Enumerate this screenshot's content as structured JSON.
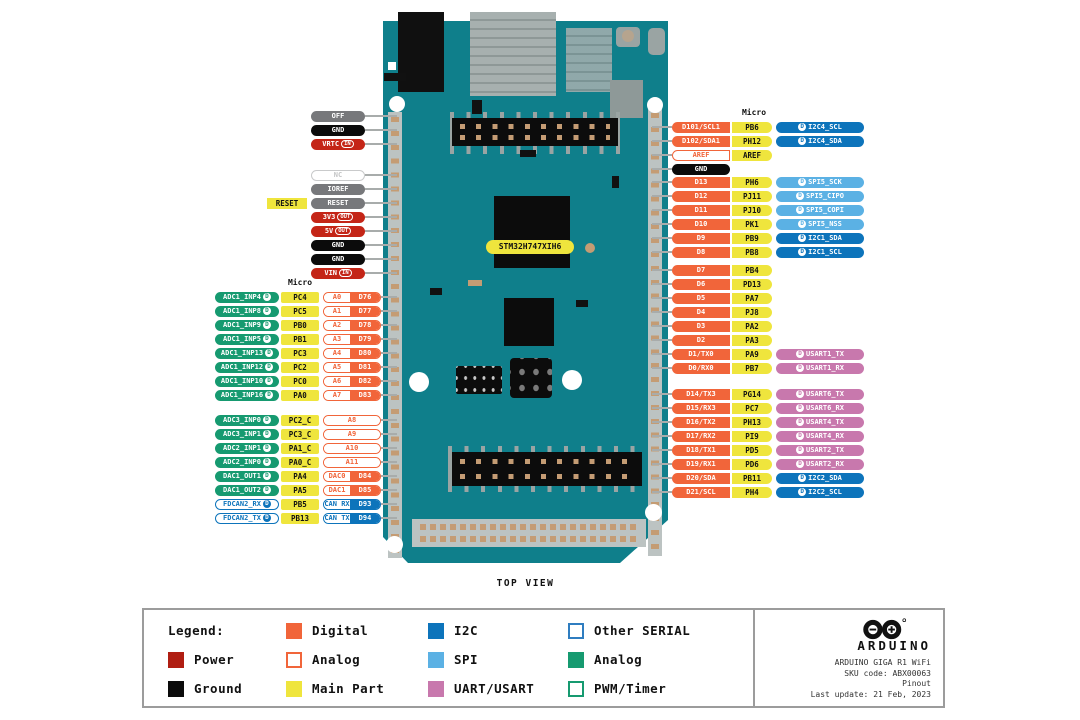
{
  "palette": {
    "teal": "#0F7F8B",
    "strip": "#BCC3C2",
    "pad": "#C49C74",
    "line": "#A8ACAB",
    "orange": "#F1653A",
    "red": "#BB1F12",
    "yellow": "#EFE53D",
    "green": "#169A70",
    "dkblue": "#0D74BB",
    "ltblue": "#5BB1E4",
    "pink": "#C878AD",
    "gray": "#77787B"
  },
  "board": {
    "chip_label": "STM32H747XIH6",
    "top_view_label": "TOP VIEW"
  },
  "pin_groups": [
    {
      "id": "lpt",
      "rows": [
        {
          "fn": {
            "t": "OFF",
            "s": "gray"
          }
        },
        {
          "fn": {
            "t": "GND",
            "s": "black"
          }
        },
        {
          "fn": {
            "t": "VRTC",
            "s": "red",
            "badge": "IN"
          }
        }
      ]
    },
    {
      "id": "lpm",
      "rows": [
        {
          "fn": {
            "t": "NC",
            "s": "nc"
          }
        },
        {
          "fn": {
            "t": "IOREF",
            "s": "gray"
          }
        },
        {
          "fn": {
            "t": "RESET",
            "s": "gray"
          },
          "extra": "RESET"
        },
        {
          "fn": {
            "t": "3V3",
            "s": "red",
            "badge": "OUT"
          }
        },
        {
          "fn": {
            "t": "5V",
            "s": "red",
            "badge": "OUT"
          }
        },
        {
          "fn": {
            "t": "GND",
            "s": "black"
          }
        },
        {
          "fn": {
            "t": "GND",
            "s": "black"
          }
        },
        {
          "fn": {
            "t": "VIN",
            "s": "red",
            "badge": "IN"
          }
        }
      ]
    },
    {
      "id": "ladc1",
      "header": "Micro",
      "rows": [
        {
          "fn": {
            "t": "ADC1_INP4",
            "s": "green",
            "badge": "D"
          },
          "micro": "PC4",
          "bus": [
            {
              "t": "A0",
              "s": "ao"
            },
            {
              "t": "D76",
              "s": "od"
            }
          ]
        },
        {
          "fn": {
            "t": "ADC1_INP8",
            "s": "green",
            "badge": "D"
          },
          "micro": "PC5",
          "bus": [
            {
              "t": "A1",
              "s": "ao"
            },
            {
              "t": "D77",
              "s": "od"
            }
          ]
        },
        {
          "fn": {
            "t": "ADC1_INP9",
            "s": "green",
            "badge": "D"
          },
          "micro": "PB0",
          "bus": [
            {
              "t": "A2",
              "s": "ao"
            },
            {
              "t": "D78",
              "s": "od"
            }
          ]
        },
        {
          "fn": {
            "t": "ADC1_INP5",
            "s": "green",
            "badge": "D"
          },
          "micro": "PB1",
          "bus": [
            {
              "t": "A3",
              "s": "ao"
            },
            {
              "t": "D79",
              "s": "od"
            }
          ]
        },
        {
          "fn": {
            "t": "ADC1_INP13",
            "s": "green",
            "badge": "D"
          },
          "micro": "PC3",
          "bus": [
            {
              "t": "A4",
              "s": "ao"
            },
            {
              "t": "D80",
              "s": "od"
            }
          ]
        },
        {
          "fn": {
            "t": "ADC1_INP12",
            "s": "green",
            "badge": "D"
          },
          "micro": "PC2",
          "bus": [
            {
              "t": "A5",
              "s": "ao"
            },
            {
              "t": "D81",
              "s": "od"
            }
          ]
        },
        {
          "fn": {
            "t": "ADC1_INP10",
            "s": "green",
            "badge": "D"
          },
          "micro": "PC0",
          "bus": [
            {
              "t": "A6",
              "s": "ao"
            },
            {
              "t": "D82",
              "s": "od"
            }
          ]
        },
        {
          "fn": {
            "t": "ADC1_INP16",
            "s": "green",
            "badge": "D"
          },
          "micro": "PA0",
          "bus": [
            {
              "t": "A7",
              "s": "ao"
            },
            {
              "t": "D83",
              "s": "od"
            }
          ]
        }
      ]
    },
    {
      "id": "ladc2",
      "rows": [
        {
          "fn": {
            "t": "ADC3_INP0",
            "s": "green",
            "badge": "D"
          },
          "micro": "PC2_C",
          "bus": [
            {
              "t": "A8",
              "s": "ao",
              "wide": true
            }
          ]
        },
        {
          "fn": {
            "t": "ADC3_INP1",
            "s": "green",
            "badge": "D"
          },
          "micro": "PC3_C",
          "bus": [
            {
              "t": "A9",
              "s": "ao",
              "wide": true
            }
          ]
        },
        {
          "fn": {
            "t": "ADC2_INP1",
            "s": "green",
            "badge": "D"
          },
          "micro": "PA1_C",
          "bus": [
            {
              "t": "A10",
              "s": "ao",
              "wide": true
            }
          ]
        },
        {
          "fn": {
            "t": "ADC2_INP0",
            "s": "green",
            "badge": "D"
          },
          "micro": "PA0_C",
          "bus": [
            {
              "t": "A11",
              "s": "ao",
              "wide": true
            }
          ]
        },
        {
          "fn": {
            "t": "DAC1_OUT1",
            "s": "green",
            "badge": "D"
          },
          "micro": "PA4",
          "bus": [
            {
              "t": "DAC0",
              "s": "ao"
            },
            {
              "t": "D84",
              "s": "od"
            }
          ]
        },
        {
          "fn": {
            "t": "DAC1_OUT2",
            "s": "green",
            "badge": "D"
          },
          "micro": "PA5",
          "bus": [
            {
              "t": "DAC1",
              "s": "ao"
            },
            {
              "t": "D85",
              "s": "od"
            }
          ]
        },
        {
          "fn": {
            "t": "FDCAN2_RX",
            "s": "outline-blue",
            "badge": "D"
          },
          "micro": "PB5",
          "bus": [
            {
              "t": "CAN RX",
              "s": "co"
            },
            {
              "t": "D93",
              "s": "cd"
            }
          ]
        },
        {
          "fn": {
            "t": "FDCAN2_TX",
            "s": "outline-blue",
            "badge": "D"
          },
          "micro": "PB13",
          "bus": [
            {
              "t": "CAN TX",
              "s": "co"
            },
            {
              "t": "D94",
              "s": "cd"
            }
          ]
        }
      ]
    },
    {
      "id": "rtop",
      "header": "Micro",
      "rows": [
        {
          "fn": {
            "t": "D101/SCL1",
            "s": "orange"
          },
          "micro": "PB6",
          "bus": {
            "t": "I2C4_SCL",
            "s": "dkblue",
            "badge": "D"
          }
        },
        {
          "fn": {
            "t": "D102/SDA1",
            "s": "orange"
          },
          "micro": "PH12",
          "bus": {
            "t": "I2C4_SDA",
            "s": "dkblue",
            "badge": "D"
          }
        },
        {
          "fn": {
            "t": "AREF",
            "s": "outline-orange"
          },
          "micro": "AREF"
        },
        {
          "fn": {
            "t": "GND",
            "s": "black"
          }
        }
      ]
    },
    {
      "id": "rspi",
      "rows": [
        {
          "fn": {
            "t": "D13",
            "s": "orange"
          },
          "micro": "PH6",
          "bus": {
            "t": "SPI5_SCK",
            "s": "ltblue",
            "badge": "D"
          }
        },
        {
          "fn": {
            "t": "D12",
            "s": "orange"
          },
          "micro": "PJ11",
          "bus": {
            "t": "SPI5_CIPO",
            "s": "ltblue",
            "badge": "D"
          }
        },
        {
          "fn": {
            "t": "D11",
            "s": "orange"
          },
          "micro": "PJ10",
          "bus": {
            "t": "SPI5_COPI",
            "s": "ltblue",
            "badge": "D"
          }
        },
        {
          "fn": {
            "t": "D10",
            "s": "orange"
          },
          "micro": "PK1",
          "bus": {
            "t": "SPI5_NSS",
            "s": "ltblue",
            "badge": "D"
          }
        },
        {
          "fn": {
            "t": "D9",
            "s": "orange"
          },
          "micro": "PB9",
          "bus": {
            "t": "I2C1_SDA",
            "s": "dkblue",
            "badge": "D"
          }
        },
        {
          "fn": {
            "t": "D8",
            "s": "orange"
          },
          "micro": "PB8",
          "bus": {
            "t": "I2C1_SCL",
            "s": "dkblue",
            "badge": "D"
          }
        }
      ]
    },
    {
      "id": "rd7",
      "rows": [
        {
          "fn": {
            "t": "D7",
            "s": "orange"
          },
          "micro": "PB4"
        },
        {
          "fn": {
            "t": "D6",
            "s": "orange"
          },
          "micro": "PD13"
        },
        {
          "fn": {
            "t": "D5",
            "s": "orange"
          },
          "micro": "PA7"
        },
        {
          "fn": {
            "t": "D4",
            "s": "orange"
          },
          "micro": "PJ8"
        },
        {
          "fn": {
            "t": "D3",
            "s": "orange"
          },
          "micro": "PA2"
        },
        {
          "fn": {
            "t": "D2",
            "s": "orange"
          },
          "micro": "PA3"
        },
        {
          "fn": {
            "t": "D1/TX0",
            "s": "orange"
          },
          "micro": "PA9",
          "bus": {
            "t": "USART1_TX",
            "s": "pink",
            "badge": "D"
          }
        },
        {
          "fn": {
            "t": "D0/RX0",
            "s": "orange"
          },
          "micro": "PB7",
          "bus": {
            "t": "USART1_RX",
            "s": "pink",
            "badge": "D"
          }
        }
      ]
    },
    {
      "id": "ruart",
      "rows": [
        {
          "fn": {
            "t": "D14/TX3",
            "s": "orange"
          },
          "micro": "PG14",
          "bus": {
            "t": "USART6_TX",
            "s": "pink",
            "badge": "D"
          }
        },
        {
          "fn": {
            "t": "D15/RX3",
            "s": "orange"
          },
          "micro": "PC7",
          "bus": {
            "t": "USART6_RX",
            "s": "pink",
            "badge": "D"
          }
        },
        {
          "fn": {
            "t": "D16/TX2",
            "s": "orange"
          },
          "micro": "PH13",
          "bus": {
            "t": "USART4_TX",
            "s": "pink",
            "badge": "D"
          }
        },
        {
          "fn": {
            "t": "D17/RX2",
            "s": "orange"
          },
          "micro": "PI9",
          "bus": {
            "t": "USART4_RX",
            "s": "pink",
            "badge": "D"
          }
        },
        {
          "fn": {
            "t": "D18/TX1",
            "s": "orange"
          },
          "micro": "PD5",
          "bus": {
            "t": "USART2_TX",
            "s": "pink",
            "badge": "D"
          }
        },
        {
          "fn": {
            "t": "D19/RX1",
            "s": "orange"
          },
          "micro": "PD6",
          "bus": {
            "t": "USART2_RX",
            "s": "pink",
            "badge": "D"
          }
        },
        {
          "fn": {
            "t": "D20/SDA",
            "s": "orange"
          },
          "micro": "PB11",
          "bus": {
            "t": "I2C2_SDA",
            "s": "dkblue",
            "badge": "D"
          }
        },
        {
          "fn": {
            "t": "D21/SCL",
            "s": "orange"
          },
          "micro": "PH4",
          "bus": {
            "t": "I2C2_SCL",
            "s": "dkblue",
            "badge": "D"
          }
        }
      ]
    }
  ],
  "legend": {
    "columns": [
      [
        {
          "label": "Legend:",
          "swatch": null
        },
        {
          "label": "Power",
          "swatch": "power"
        },
        {
          "label": "Ground",
          "swatch": "ground"
        }
      ],
      [
        {
          "label": "Digital",
          "swatch": "digital"
        },
        {
          "label": "Analog",
          "swatch": "analog-outline"
        },
        {
          "label": "Main Part",
          "swatch": "main-part"
        }
      ],
      [
        {
          "label": "I2C",
          "swatch": "i2c"
        },
        {
          "label": "SPI",
          "swatch": "spi"
        },
        {
          "label": "UART/USART",
          "swatch": "uart"
        }
      ],
      [
        {
          "label": "Other SERIAL",
          "swatch": "other-serial"
        },
        {
          "label": "Analog",
          "swatch": "analog-green"
        },
        {
          "label": "PWM/Timer",
          "swatch": "pwm-timer"
        }
      ]
    ]
  },
  "info": {
    "brand": "ARDUINO",
    "lines": [
      "ARDUINO GIGA R1 WiFi",
      "SKU code: ABX00063",
      "Pinout",
      "Last update: 21 Feb, 2023"
    ]
  }
}
